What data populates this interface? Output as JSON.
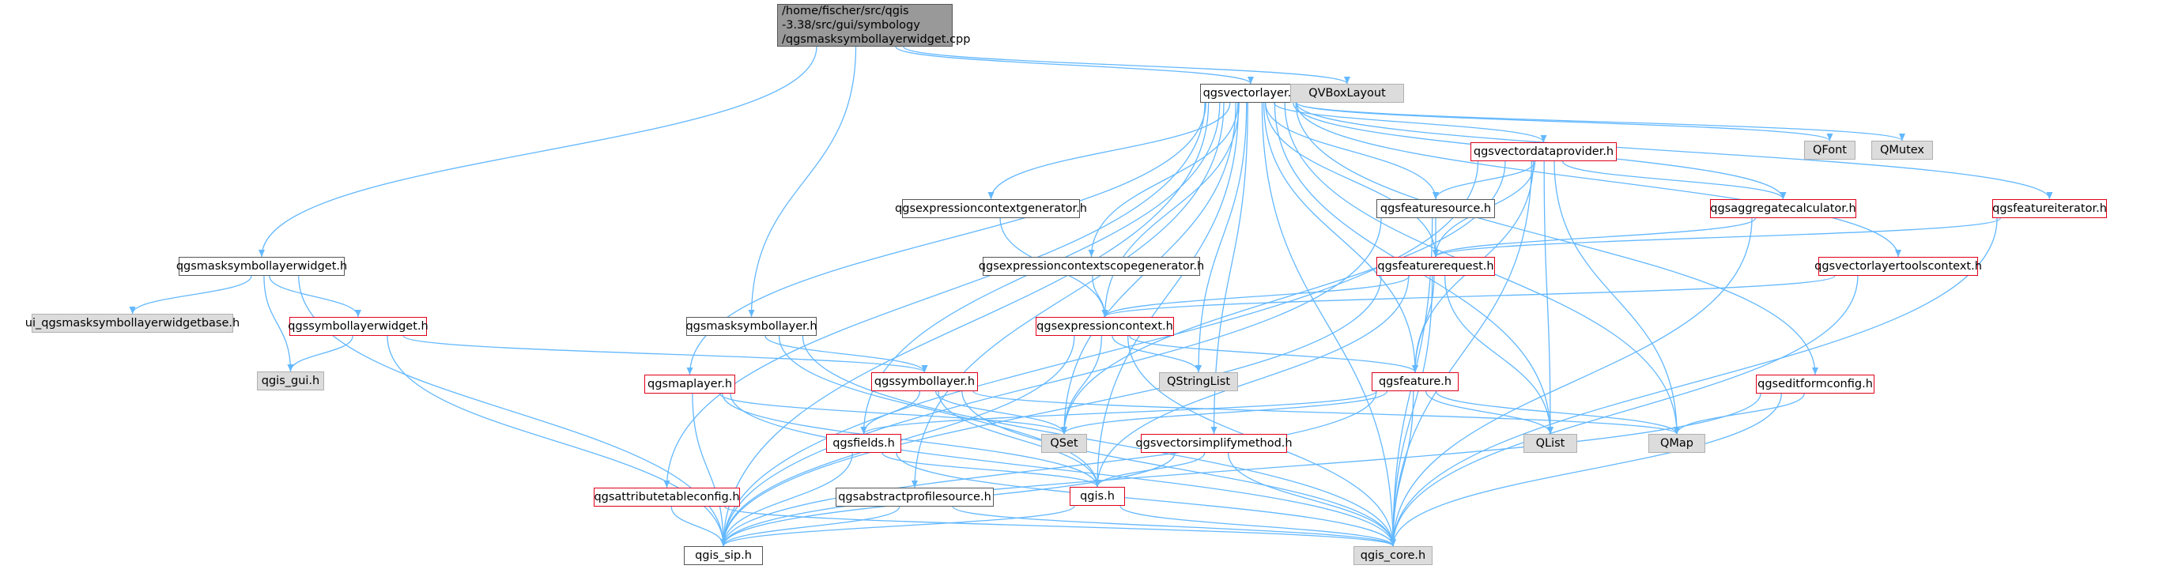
{
  "diagram": {
    "type": "include-dependency-graph",
    "edge_color": "#63b8ff",
    "nodes": [
      {
        "id": "root",
        "lines": [
          "/home/fischer/src/qgis",
          "-3.38/src/gui/symbology",
          "/qgsmasksymbollayerwidget.cpp"
        ],
        "style": "root"
      },
      {
        "id": "vectorlayer",
        "label": "qgsvectorlayer.h",
        "style": "black"
      },
      {
        "id": "qvboxlayout",
        "label": "QVBoxLayout",
        "style": "gray"
      },
      {
        "id": "masksymbollayerwidget",
        "label": "qgsmasksymbollayerwidget.h",
        "style": "black"
      },
      {
        "id": "ui_base",
        "label": "ui_qgsmasksymbollayerwidgetbase.h",
        "style": "gray"
      },
      {
        "id": "symbollayerwidget",
        "label": "qgssymbollayerwidget.h",
        "style": "red"
      },
      {
        "id": "gis_gui",
        "label": "qgis_gui.h",
        "style": "gray"
      },
      {
        "id": "masksymbollayer",
        "label": "qgsmasksymbollayer.h",
        "style": "black"
      },
      {
        "id": "symbollayer",
        "label": "qgssymbollayer.h",
        "style": "red"
      },
      {
        "id": "maplayer",
        "label": "qgsmaplayer.h",
        "style": "red"
      },
      {
        "id": "fields",
        "label": "qgsfields.h",
        "style": "red"
      },
      {
        "id": "attributetableconfig",
        "label": "qgsattributetableconfig.h",
        "style": "red"
      },
      {
        "id": "abstractprofilesource",
        "label": "qgsabstractprofilesource.h",
        "style": "black"
      },
      {
        "id": "gis_sip",
        "label": "qgis_sip.h",
        "style": "black"
      },
      {
        "id": "gis",
        "label": "qgis.h",
        "style": "red"
      },
      {
        "id": "gis_core",
        "label": "qgis_core.h",
        "style": "gray"
      },
      {
        "id": "qset",
        "label": "QSet",
        "style": "gray"
      },
      {
        "id": "exprctxgen",
        "label": "qgsexpressioncontextgenerator.h",
        "style": "black"
      },
      {
        "id": "exprctxscopegen",
        "label": "qgsexpressioncontextscopegenerator.h",
        "style": "black"
      },
      {
        "id": "exprctx",
        "label": "qgsexpressioncontext.h",
        "style": "red"
      },
      {
        "id": "qstringlist",
        "label": "QStringList",
        "style": "gray"
      },
      {
        "id": "vectorsimplify",
        "label": "qgsvectorsimplifymethod.h",
        "style": "red"
      },
      {
        "id": "feature",
        "label": "qgsfeature.h",
        "style": "red"
      },
      {
        "id": "qlist",
        "label": "QList",
        "style": "gray"
      },
      {
        "id": "qmap",
        "label": "QMap",
        "style": "gray"
      },
      {
        "id": "vectordataprovider",
        "label": "qgsvectordataprovider.h",
        "style": "red"
      },
      {
        "id": "featuresource",
        "label": "qgsfeaturesource.h",
        "style": "black"
      },
      {
        "id": "featurerequest",
        "label": "qgsfeaturerequest.h",
        "style": "red"
      },
      {
        "id": "aggregatecalc",
        "label": "qgsaggregatecalculator.h",
        "style": "red"
      },
      {
        "id": "qfont",
        "label": "QFont",
        "style": "gray"
      },
      {
        "id": "qmutex",
        "label": "QMutex",
        "style": "gray"
      },
      {
        "id": "featureiterator",
        "label": "qgsfeatureiterator.h",
        "style": "red"
      },
      {
        "id": "vltoolscontext",
        "label": "qgsvectorlayertoolscontext.h",
        "style": "red"
      },
      {
        "id": "editformconfig",
        "label": "qgseditformconfig.h",
        "style": "red"
      }
    ]
  }
}
